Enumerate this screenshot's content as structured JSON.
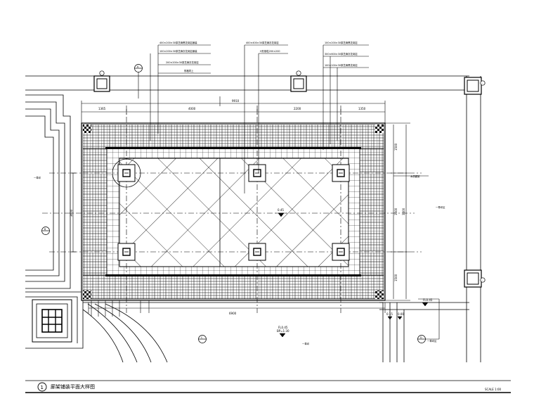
{
  "title": {
    "number": "1",
    "text": "廊架铺装平面大样图",
    "scale": "SCALE 1:00"
  },
  "dimensions": {
    "overall_width": "9910",
    "segments": [
      "1365",
      "4000",
      "2200",
      "1350"
    ],
    "bottom_width": "6900",
    "left_height": "3600",
    "right_segments": [
      "1500",
      "1500",
      "1500"
    ],
    "right_total": "3400"
  },
  "callouts_left": [
    "400×200×30厚芝麻黑花岗岩铺装",
    "100×200×30厚芝麻灰花岗岩铺装",
    "200×200×30厚芝麻灰花岗岩",
    "规格同上"
  ],
  "callouts_mid": [
    "400×400×30厚芝麻灰花岗岩",
    "H形钢柱200×200"
  ],
  "callouts_right": [
    "100×200×30厚芝麻黑花岗岩",
    "300×600×30厚芝麻灰花岗岩",
    "100×100×30厚芝麻黑花岗岩"
  ],
  "elevations": {
    "center": "0.45",
    "right": "FL0.45",
    "bottom": "FL0.45",
    "bottom_sub": "BP=1:30",
    "h1": "0.15",
    "h2": "0.00"
  },
  "side_labels": {
    "left_area": "一草坪",
    "right_area": "一草坪区",
    "bottom_area": "一草坪",
    "right_leader": "木质廊架",
    "bottom_right_leader": "一草坪区"
  },
  "index_marks": {
    "top_left": "A",
    "left": "B",
    "bottom": "C",
    "bottom_right": "D",
    "col1": "-",
    "col2": "-",
    "col3": "-",
    "col4": "-"
  }
}
